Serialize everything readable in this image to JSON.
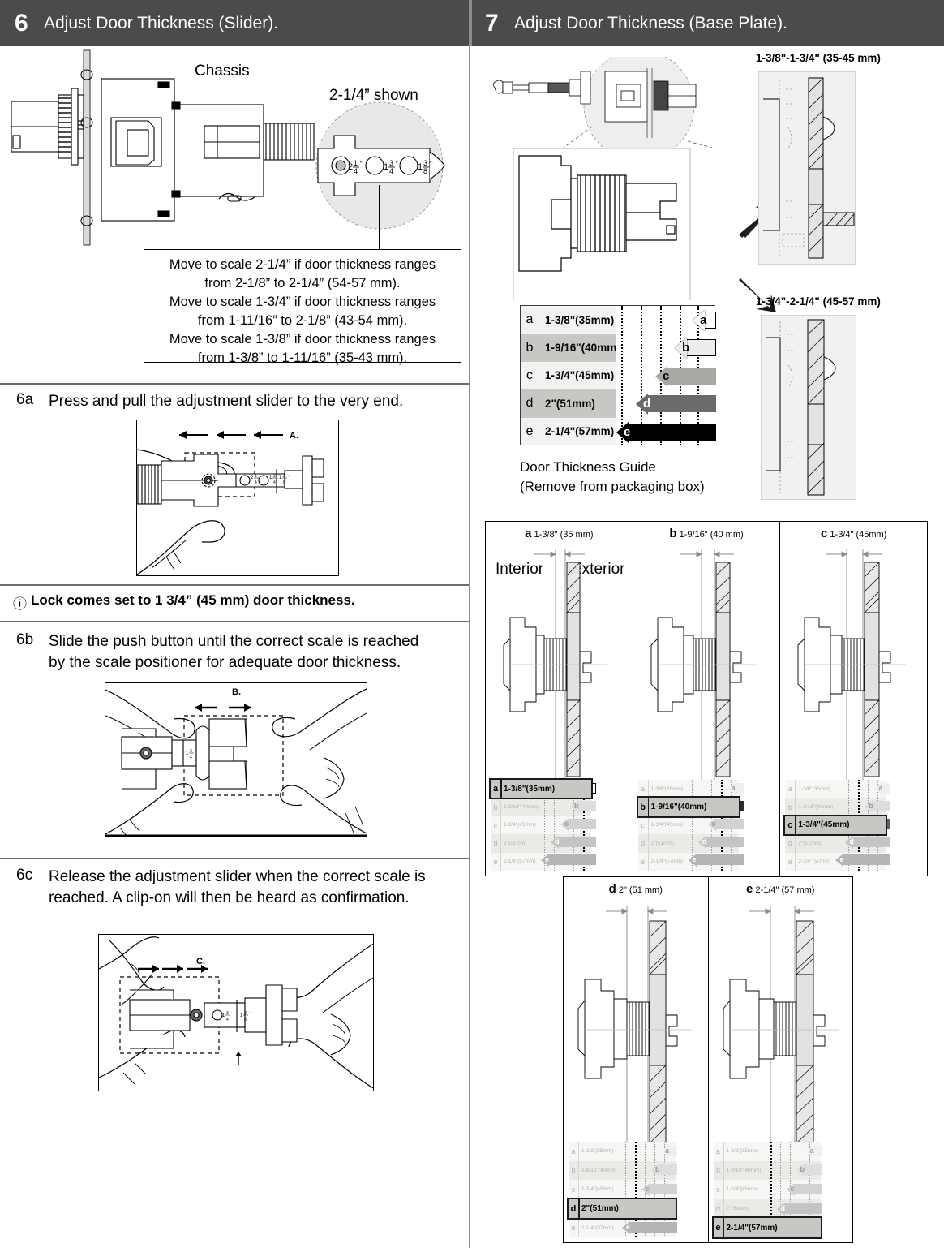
{
  "header": {
    "sections": [
      {
        "number": "6",
        "title": "Adjust Door Thickness (Slider)."
      },
      {
        "number": "7",
        "title": "Adjust Door Thickness (Base Plate)."
      }
    ]
  },
  "left": {
    "diagram_labels": {
      "chassis": "Chassis",
      "shown": "2-1/4” shown",
      "scale_marks": [
        "2 1/4\"",
        "1 3/4\"",
        "1 3/8\""
      ]
    },
    "range_box": [
      "Move to scale 2-1/4” if door thickness ranges",
      "from 2-1/8” to 2-1/4” (54-57 mm).",
      "Move to scale 1-3/4” if door thickness ranges",
      "from 1-11/16” to 2-1/8” (43-54 mm).",
      "Move to scale 1-3/8” if door thickness ranges",
      "from 1-3/8” to 1-11/16” (35-43 mm)."
    ],
    "steps": [
      {
        "id": "6a",
        "text": "Press and pull the adjustment slider to the very end.",
        "fig_label": "A."
      },
      {
        "id": "6b",
        "text": "Slide the push button until the correct scale is reached by the scale positioner for adequate door thickness.",
        "fig_label": "B."
      },
      {
        "id": "6c",
        "text": "Release the adjustment slider when the correct scale is reached. A clip-on will then be heard as confirmation.",
        "fig_label": "C."
      }
    ],
    "note": {
      "icon": "info-icon",
      "text": "Lock comes set to 1 3/4” (45 mm) door thickness."
    }
  },
  "right": {
    "range_labels": {
      "top": "1-3/8\"-1-3/4\" (35-45 mm)",
      "bottom": "1-3/4\"-2-1/4\" (45-57 mm)"
    },
    "guide_caption": [
      "Door Thickness Guide",
      "(Remove from packaging box)"
    ],
    "guide_table": {
      "rows": [
        {
          "letter": "a",
          "value": "1-3/8\"(35mm)",
          "arrow_color": "#ffffff",
          "shade": "plain"
        },
        {
          "letter": "b",
          "value": "1-9/16\"(40mm)",
          "arrow_color": "#ededed",
          "shade": "alt"
        },
        {
          "letter": "c",
          "value": "1-3/4\"(45mm)",
          "arrow_color": "#aaa8a5",
          "shade": "plain"
        },
        {
          "letter": "d",
          "value": "2\"(51mm)",
          "arrow_color": "#6b6b6b",
          "shade": "alt"
        },
        {
          "letter": "e",
          "value": "2-1/4\"(57mm)",
          "arrow_color": "#000000",
          "shade": "plain"
        }
      ]
    },
    "panels": [
      {
        "letter": "a",
        "size": "1-3/8\" (35 mm)",
        "interior": "Interior",
        "exterior": "Exterior",
        "active": 0
      },
      {
        "letter": "b",
        "size": "1-9/16\" (40 mm)",
        "active": 1
      },
      {
        "letter": "c",
        "size": "1-3/4\" (45mm)",
        "active": 2
      },
      {
        "letter": "d",
        "size": "2\" (51 mm)",
        "active": 3
      },
      {
        "letter": "e",
        "size": "2-1/4\" (57 mm)",
        "active": 4
      }
    ]
  }
}
